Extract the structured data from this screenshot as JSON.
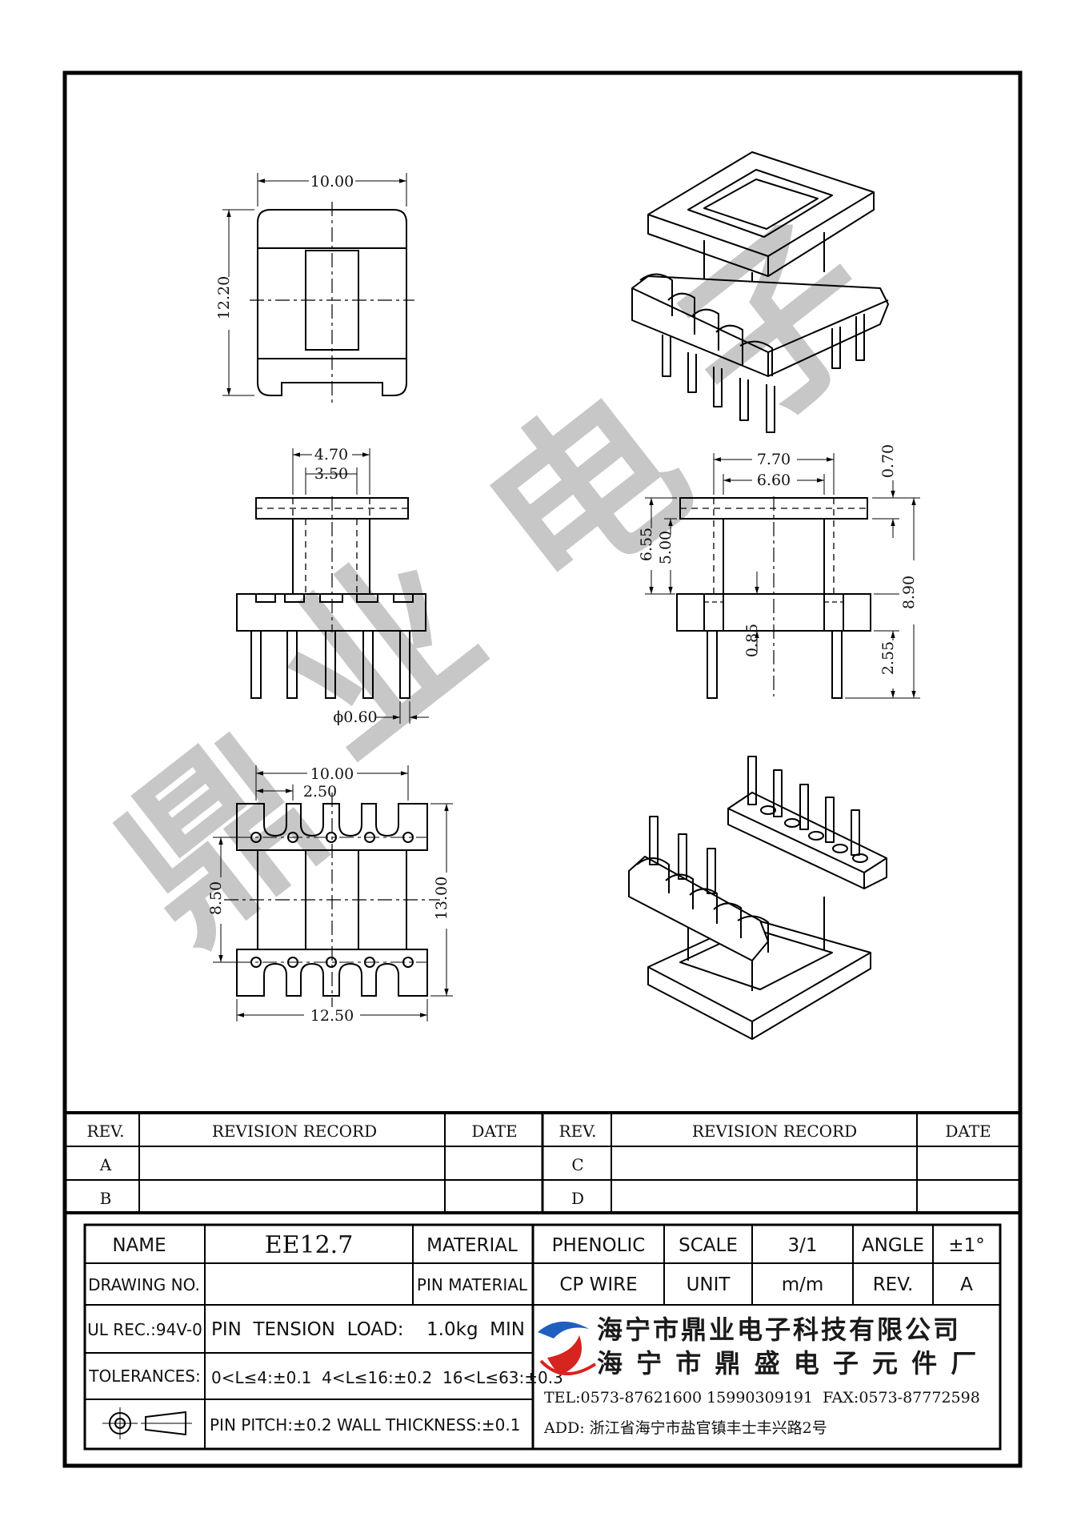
{
  "views": {
    "top": {
      "width": "10.00",
      "height": "12.20"
    },
    "side": {
      "outer": "4.70",
      "inner": "3.50",
      "pin_dia": "ϕ0.60"
    },
    "front": {
      "outer": "7.70",
      "inner": "6.60",
      "flange": "0.70",
      "h1": "6.55",
      "h2": "5.00",
      "total": "8.90",
      "base": "0.85",
      "pin_len": "2.55"
    },
    "bottom": {
      "width": "10.00",
      "pitch": "2.50",
      "height": "8.50",
      "total": "13.00",
      "base_width": "12.50"
    }
  },
  "revision_table": {
    "headers": {
      "rev": "REV.",
      "record": "REVISION RECORD",
      "date": "DATE"
    },
    "rows_left": [
      "A",
      "B"
    ],
    "rows_right": [
      "C",
      "D"
    ]
  },
  "title_block": {
    "name_label": "NAME",
    "name_value": "EE12.7",
    "material_label": "MATERIAL",
    "material_value": "PHENOLIC",
    "scale_label": "SCALE",
    "scale_value": "3/1",
    "angle_label": "ANGLE",
    "angle_value": "±1°",
    "drawing_no_label": "DRAWING NO.",
    "pin_material_label": "PIN MATERIAL",
    "pin_material_value": "CP WIRE",
    "unit_label": "UNIT",
    "unit_value": "m/m",
    "rev_label": "REV.",
    "rev_value": "A",
    "ul_label": "UL REC.:94V-0",
    "pin_tension_label": "PIN  TENSION  LOAD:",
    "pin_tension_value": "1.0kg  MIN",
    "tolerances_label": "TOLERANCES:",
    "tolerances_value": "0<L≤4:±0.1  4<L≤16:±0.2  16<L≤63:±0.3",
    "pitch_wall": "PIN PITCH:±0.2 WALL THICKNESS:±0.1"
  },
  "company": {
    "name1": "海宁市鼎业电子科技有限公司",
    "name2": "海 宁 市 鼎 盛 电 子 元 件 厂",
    "tel": "TEL:0573-87621600 15990309191  FAX:0573-87772598",
    "address": "ADD: 浙江省海宁市盐官镇丰士丰兴路2号",
    "logo_colors": {
      "blue": "#1f5fbf",
      "red": "#d6241f"
    }
  },
  "watermark": [
    "鼎",
    "业",
    "电",
    "子"
  ]
}
